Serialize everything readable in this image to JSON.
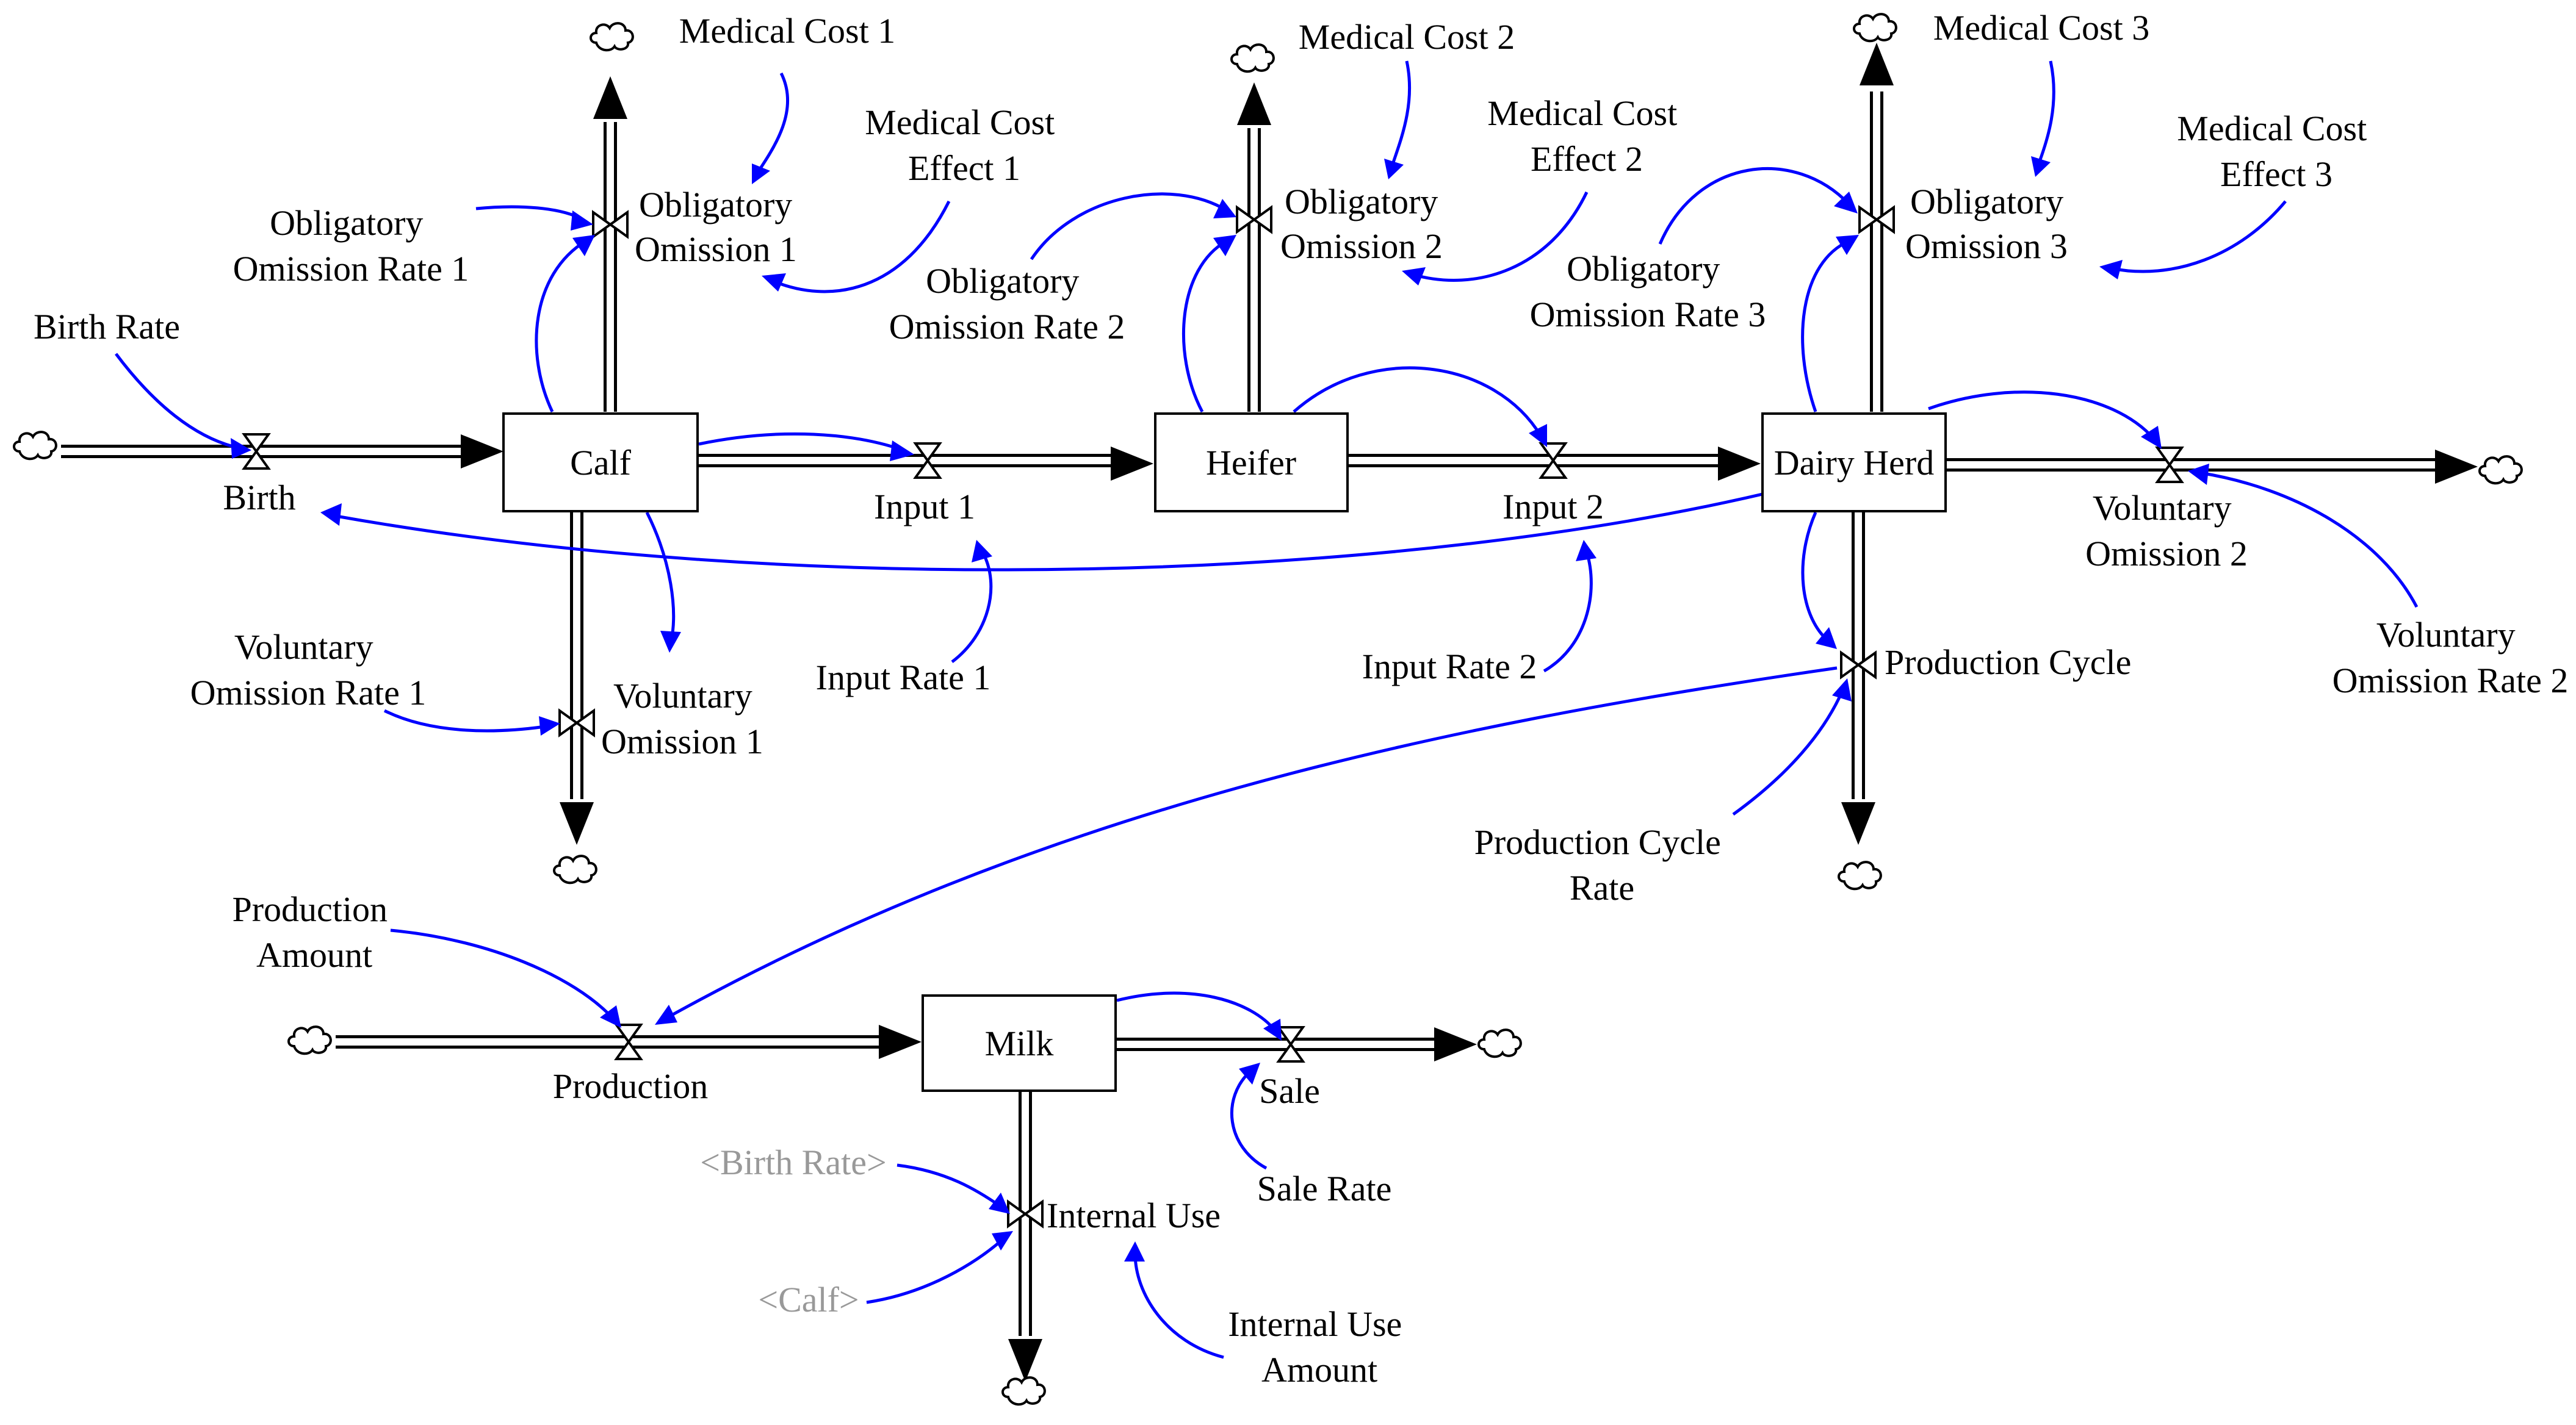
{
  "stocks": {
    "calf": "Calf",
    "heifer": "Heifer",
    "dairy_herd": "Dairy Herd",
    "milk": "Milk"
  },
  "flows": {
    "birth": "Birth",
    "input_1": "Input 1",
    "input_2": "Input 2",
    "obligatory_omission_1": [
      "Obligatory",
      "Omission 1"
    ],
    "obligatory_omission_2": [
      "Obligatory",
      "Omission 2"
    ],
    "obligatory_omission_3": [
      "Obligatory",
      "Omission 3"
    ],
    "voluntary_omission_1": [
      "Voluntary",
      "Omission 1"
    ],
    "voluntary_omission_2": [
      "Voluntary",
      "Omission 2"
    ],
    "production_cycle": "Production Cycle",
    "production": "Production",
    "sale": "Sale",
    "internal_use": "Internal Use"
  },
  "variables": {
    "birth_rate": "Birth Rate",
    "medical_cost_1": "Medical Cost 1",
    "medical_cost_2": "Medical Cost 2",
    "medical_cost_3": "Medical Cost 3",
    "medical_cost_effect_1": [
      "Medical Cost",
      "Effect 1"
    ],
    "medical_cost_effect_2": [
      "Medical Cost",
      "Effect 2"
    ],
    "medical_cost_effect_3": [
      "Medical Cost",
      "Effect 3"
    ],
    "obligatory_omission_rate_1": [
      "Obligatory",
      "Omission Rate 1"
    ],
    "obligatory_omission_rate_2": [
      "Obligatory",
      "Omission Rate 2"
    ],
    "obligatory_omission_rate_3": [
      "Obligatory",
      "Omission Rate 3"
    ],
    "voluntary_omission_rate_1": [
      "Voluntary",
      "Omission Rate 1"
    ],
    "voluntary_omission_rate_2": [
      "Voluntary",
      "Omission Rate 2"
    ],
    "input_rate_1": "Input Rate 1",
    "input_rate_2": "Input Rate 2",
    "production_cycle_rate": [
      "Production Cycle",
      "Rate"
    ],
    "production_amount": [
      "Production",
      "Amount"
    ],
    "sale_rate": "Sale Rate",
    "internal_use_amount": [
      "Internal Use",
      "Amount"
    ]
  },
  "shadow_variables": {
    "birth_rate": "<Birth Rate>",
    "calf": "<Calf>"
  },
  "colors": {
    "link": "#0000ff",
    "flow": "#000000",
    "shadow_text": "#999999"
  },
  "icons": {
    "source_sink": "cloud-icon",
    "valve": "valve-icon"
  }
}
